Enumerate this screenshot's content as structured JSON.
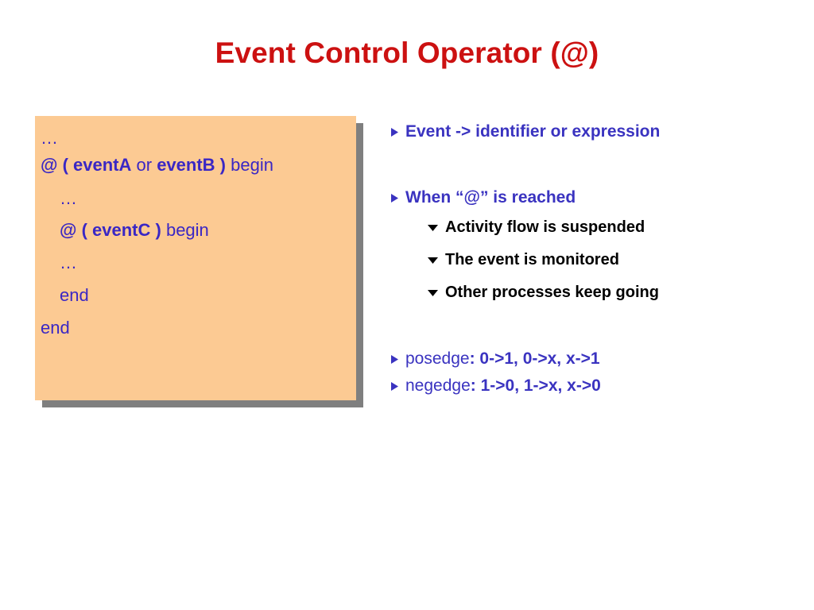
{
  "slide": {
    "title": "Event Control Operator (@)",
    "title_color": "#cc1111",
    "background": "#ffffff"
  },
  "code_box": {
    "background_color": "#fcca93",
    "shadow_color": "#7f7f7f",
    "text_color": "#3a27c4",
    "lines": [
      {
        "indent": 0,
        "parts": [
          {
            "text": "…",
            "bold": false
          }
        ]
      },
      {
        "indent": 0,
        "parts": [
          {
            "text": "@ ( ",
            "bold": true
          },
          {
            "text": "eventA",
            "bold": true
          },
          {
            "text": " or ",
            "bold": false
          },
          {
            "text": "eventB",
            "bold": true
          },
          {
            "text": " )",
            "bold": true
          },
          {
            "text": " begin",
            "bold": false
          }
        ]
      },
      {
        "indent": 1,
        "parts": [
          {
            "text": "…",
            "bold": false
          }
        ]
      },
      {
        "indent": 1,
        "parts": [
          {
            "text": "@ ( ",
            "bold": true
          },
          {
            "text": "eventC",
            "bold": true
          },
          {
            "text": " )",
            "bold": true
          },
          {
            "text": " begin",
            "bold": false
          }
        ]
      },
      {
        "indent": 1,
        "parts": [
          {
            "text": "…",
            "bold": false
          }
        ]
      },
      {
        "indent": 1,
        "parts": [
          {
            "text": "end",
            "bold": false
          }
        ]
      },
      {
        "indent": 0,
        "parts": [
          {
            "text": "end",
            "bold": false
          }
        ]
      }
    ],
    "line_text": {
      "l0": "…",
      "l1_at_open": "@ (",
      "l1_eventA": "eventA",
      "l1_or": "or",
      "l1_eventB": "eventB",
      "l1_close": ")",
      "l1_begin": "begin",
      "l2": "…",
      "l3_at_open": "@ (",
      "l3_eventC": "eventC",
      "l3_close": ")",
      "l3_begin": "begin",
      "l4": "…",
      "l5_end": "end",
      "l6_end": "end"
    }
  },
  "bullets": {
    "level1_color": "#3a33c0",
    "level2_color": "#000000",
    "marker_l1": "triangle-right-icon",
    "marker_l2": "triangle-down-icon",
    "items": [
      {
        "level": 1,
        "text": "Event -> identifier or expression",
        "bold": true
      },
      {
        "level": 1,
        "text": "When “@” is reached",
        "bold": true
      },
      {
        "level": 2,
        "text": "Activity flow is suspended",
        "bold": true
      },
      {
        "level": 2,
        "text": "The event is monitored",
        "bold": true
      },
      {
        "level": 2,
        "text": "Other processes keep going",
        "bold": true
      },
      {
        "level": 1,
        "label": "posedge",
        "value": ": 0->1, 0->x, x->1",
        "bold": false
      },
      {
        "level": 1,
        "label": "negedge",
        "value": ": 1->0, 1->x, x->0",
        "bold": false
      }
    ],
    "b0_text": "Event -> identifier or expression",
    "b1_text": "When “@” is reached",
    "s0_text": "Activity flow is suspended",
    "s1_text": "The event is monitored",
    "s2_text": "Other processes keep going",
    "b2_label": "posedge",
    "b2_value": ": 0->1, 0->x, x->1",
    "b3_label": "negedge",
    "b3_value": ": 1->0, 1->x, x->0"
  }
}
